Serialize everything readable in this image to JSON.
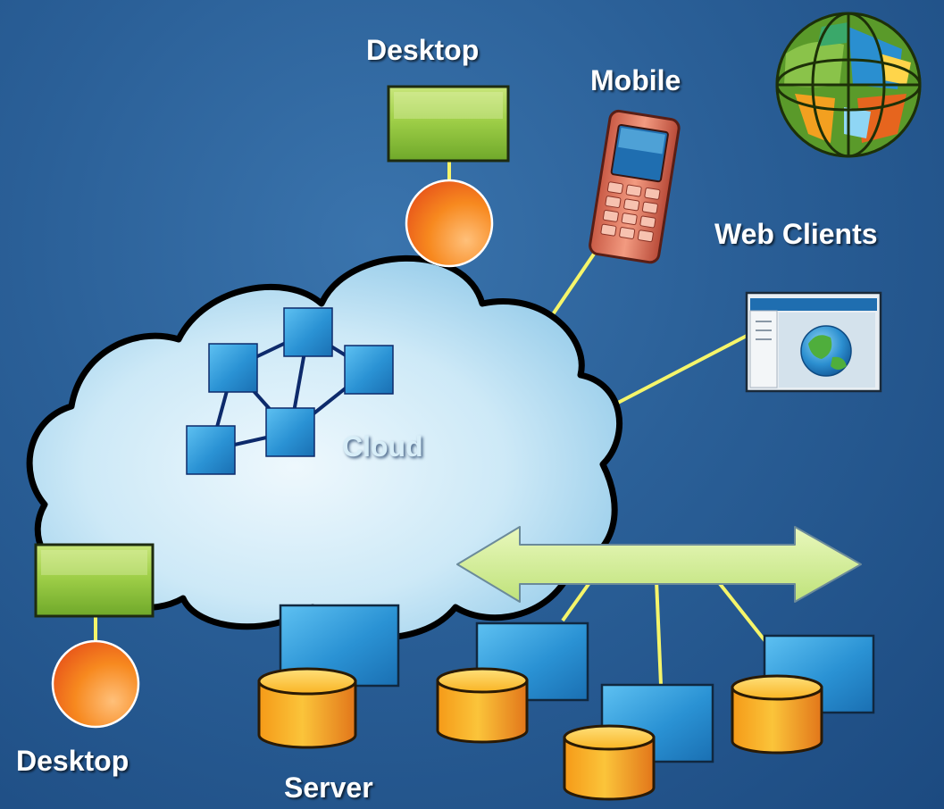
{
  "labels": {
    "desktop_top": "Desktop",
    "mobile": "Mobile",
    "web_clients": "Web Clients",
    "cloud": "Cloud",
    "desktop_bottom": "Desktop",
    "server": "Server"
  },
  "colors": {
    "background": "#2a5f97",
    "connector": "#f5f56a",
    "desktop_green": "#8cc43c",
    "node_orange": "#f47b20",
    "box_blue": "#2a8fd0",
    "db_yellow": "#f7b21e",
    "arrow_green": "#d6ef9a",
    "network_line": "#0d2a6b"
  },
  "icons": {
    "globe": "globe-icon",
    "mobile": "mobile-phone-icon",
    "web_client": "browser-window-icon"
  }
}
